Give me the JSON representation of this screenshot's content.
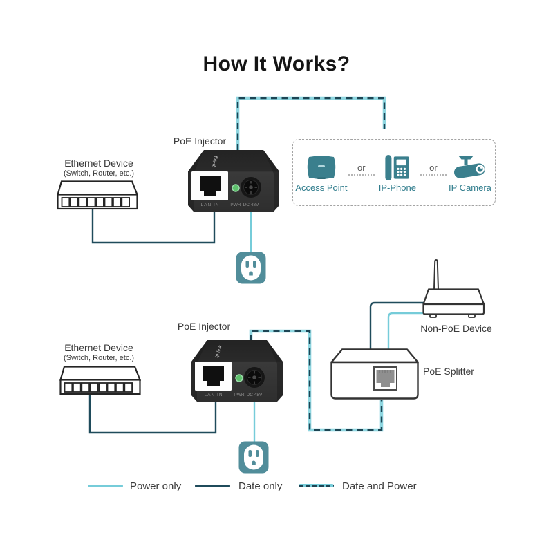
{
  "title": "How It Works?",
  "colors": {
    "power_line": "#76ccd9",
    "data_line": "#1f4b5b",
    "data_power_dash": "#1d4554",
    "device_icon_teal": "#3a7f8d",
    "device_label_teal": "#2f7c8c",
    "outlet_teal": "#518d9a"
  },
  "top_diagram": {
    "ethernet_device": {
      "label": "Ethernet Device",
      "sublabel": "(Switch, Router, etc.)"
    },
    "injector_label": "PoE Injector",
    "powered_devices": {
      "separator": "or",
      "items": [
        {
          "label": "Access Point"
        },
        {
          "label": "IP-Phone"
        },
        {
          "label": "IP Camera"
        }
      ]
    }
  },
  "bottom_diagram": {
    "ethernet_device": {
      "label": "Ethernet Device",
      "sublabel": "(Switch, Router, etc.)"
    },
    "injector_label": "PoE Injector",
    "splitter_label": "PoE Splitter",
    "non_poe_label": "Non-PoE Device"
  },
  "injector_device": {
    "logo": "tp-link",
    "lan_port_label": "LAN IN",
    "power_led_label": "PWR",
    "dc_port_label": "DC 48V"
  },
  "legend": {
    "power_only": "Power only",
    "data_only": "Date only",
    "data_and_power": "Date and Power"
  }
}
